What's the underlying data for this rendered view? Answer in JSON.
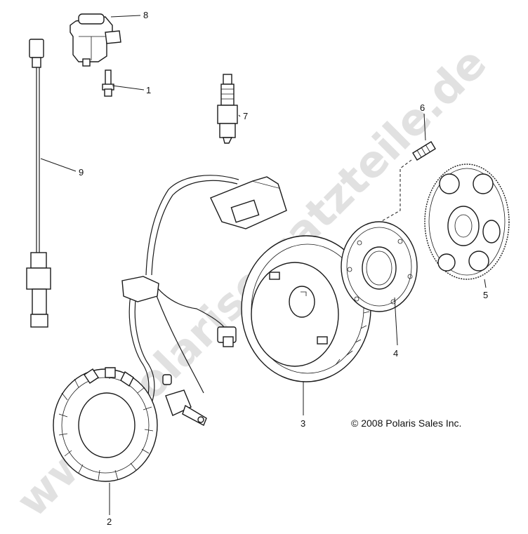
{
  "callouts": {
    "c1": "1",
    "c2": "2",
    "c3": "3",
    "c4": "4",
    "c5": "5",
    "c6": "6",
    "c7": "7",
    "c8": "8",
    "c9": "9"
  },
  "copyright": "© 2008 Polaris Sales Inc.",
  "watermark": "www.polarisersatzteile.de",
  "colors": {
    "line": "#1a1a1a",
    "watermark": "#c9c9c9",
    "background": "#ffffff"
  }
}
